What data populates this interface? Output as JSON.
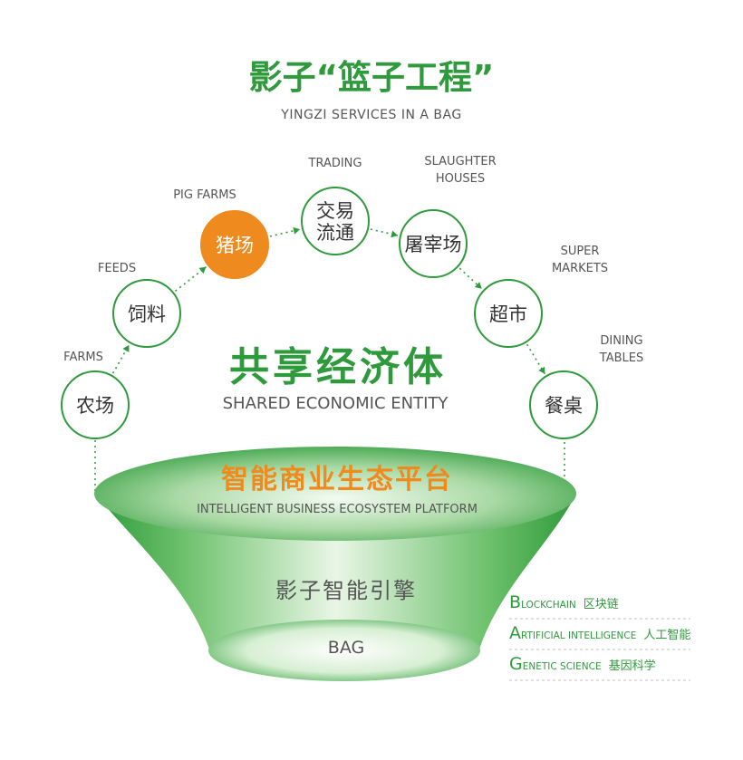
{
  "header": {
    "title_cn": "影子“篮子工程”",
    "title_en": "YINGZI SERVICES IN A BAG"
  },
  "center": {
    "title_cn": "共享经济体",
    "title_en": "SHARED  ECONOMIC ENTITY"
  },
  "chain": [
    {
      "cn_lines": [
        "农场"
      ],
      "en_lines": [
        "FARMS"
      ],
      "highlight": false
    },
    {
      "cn_lines": [
        "饲料"
      ],
      "en_lines": [
        "FEEDS"
      ],
      "highlight": false
    },
    {
      "cn_lines": [
        "猪场"
      ],
      "en_lines": [
        "PIG FARMS"
      ],
      "highlight": true
    },
    {
      "cn_lines": [
        "交易",
        "流通"
      ],
      "en_lines": [
        "TRADING"
      ],
      "highlight": false
    },
    {
      "cn_lines": [
        "屠宰场"
      ],
      "en_lines": [
        "SLAUGHTER",
        "HOUSES"
      ],
      "highlight": false
    },
    {
      "cn_lines": [
        "超市"
      ],
      "en_lines": [
        "SUPER",
        "MARKETS"
      ],
      "highlight": false
    },
    {
      "cn_lines": [
        "餐桌"
      ],
      "en_lines": [
        "DINING",
        "TABLES"
      ],
      "highlight": false
    }
  ],
  "platform": {
    "title_cn": "智能商业生态平台",
    "title_en": "INTELLIGENT  BUSINESS  ECOSYSTEM PLATFORM"
  },
  "engine": {
    "title_cn": "影子智能引擎"
  },
  "bag": {
    "label": "BAG"
  },
  "legend": [
    {
      "initial": "B",
      "rest": "LOCKCHAIN",
      "cn": "区块链"
    },
    {
      "initial": "A",
      "rest": "RTIFICIAL INTELLIGENCE",
      "cn": "人工智能"
    },
    {
      "initial": "G",
      "rest": "ENETIC SCIENCE",
      "cn": "基因科学"
    }
  ],
  "colors": {
    "green": "#2e9a3c",
    "orange": "#ef8a1f",
    "gray": "#555555"
  }
}
